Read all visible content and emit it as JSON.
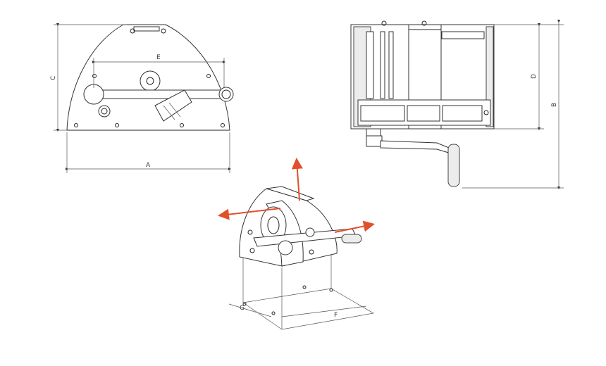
{
  "dimensions": {
    "A": "A",
    "B": "B",
    "C": "C",
    "D": "D",
    "E": "E",
    "F": "F",
    "G": "G"
  },
  "colors": {
    "force_arrows": "#e0502a",
    "line": "#222222"
  }
}
